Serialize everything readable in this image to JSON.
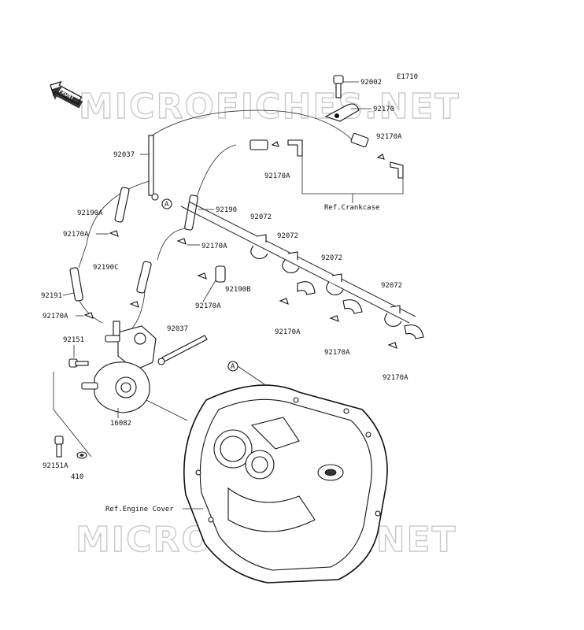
{
  "diagram_code": "E1710",
  "front_label": "FRONT",
  "watermark": "MICROFICHES.NET",
  "ref_labels": {
    "crankcase": "Ref.Crankcase",
    "engine_cover": "Ref.Engine Cover"
  },
  "callout_a": "A",
  "part_numbers": {
    "p92002": "92002",
    "p92170": "92170",
    "p92170a": "92170A",
    "p92037": "92037",
    "p92190a": "92190A",
    "p92190": "92190",
    "p92072": "92072",
    "p92190c": "92190C",
    "p92190b": "92190B",
    "p92191": "92191",
    "p92151": "92151",
    "p16082": "16082",
    "p92151a": "92151A",
    "p410": "410"
  }
}
